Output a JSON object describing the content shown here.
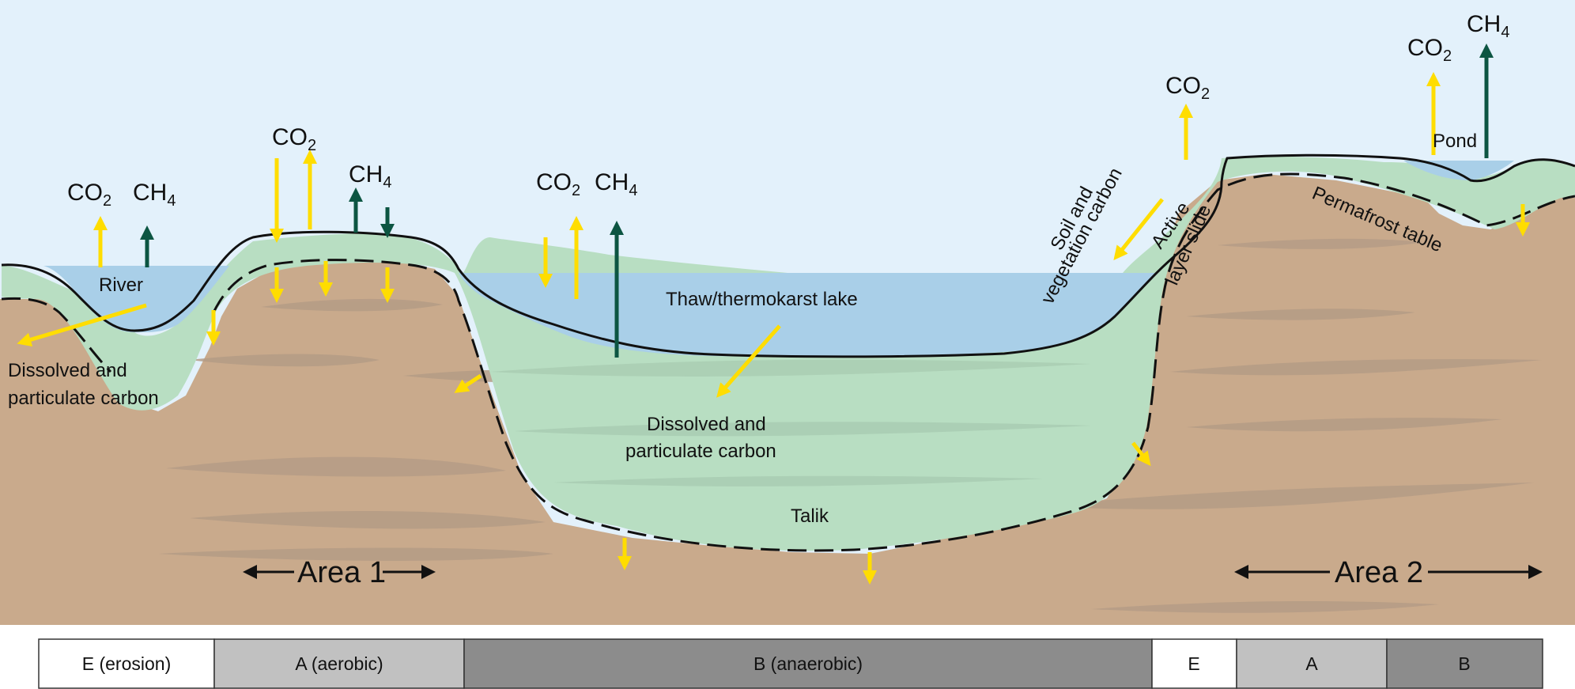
{
  "colors": {
    "sky": "#e3f1fb",
    "soil": "#c9aa8c",
    "soil_streak": "#b59c86",
    "thaw_zone": "#b8dec2",
    "water": "#a9cfe8",
    "co2_arrow": "#ffdd00",
    "ch4_arrow": "#0c5542",
    "outline": "#111111"
  },
  "gases": {
    "co2": {
      "base": "CO",
      "sub": "2"
    },
    "ch4": {
      "base": "CH",
      "sub": "4"
    }
  },
  "labels": {
    "river": "River",
    "dissolved_left_1": "Dissolved and",
    "dissolved_left_2": "particulate carbon",
    "lake": "Thaw/thermokarst lake",
    "dissolved_mid_1": "Dissolved and",
    "dissolved_mid_2": "particulate carbon",
    "talik": "Talik",
    "soil_veg_1": "Soil and",
    "soil_veg_2": "vegetation carbon",
    "active_1": "Active",
    "active_2": "layer slide",
    "pond": "Pond",
    "permafrost_table": "Permafrost table",
    "area1": "Area 1",
    "area2": "Area 2"
  },
  "zones": [
    {
      "label": "E (erosion)",
      "color": "#ffffff"
    },
    {
      "label": "A (aerobic)",
      "color": "#c1c1c1"
    },
    {
      "label": "B  (anaerobic)",
      "color": "#8c8c8c"
    },
    {
      "label": "E",
      "color": "#ffffff"
    },
    {
      "label": "A",
      "color": "#c1c1c1"
    },
    {
      "label": "B",
      "color": "#8c8c8c"
    }
  ]
}
